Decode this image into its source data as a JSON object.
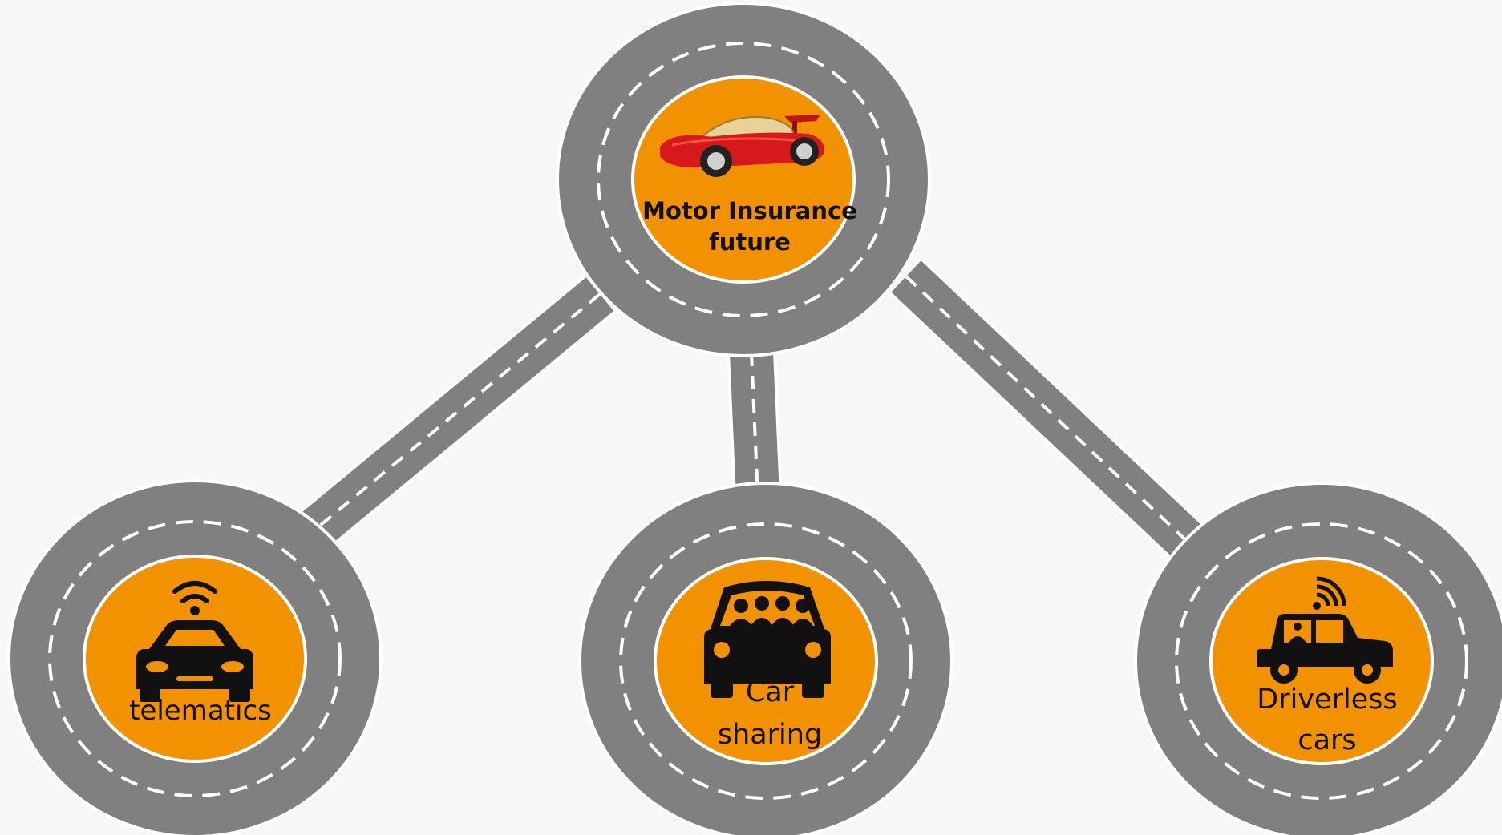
{
  "colors": {
    "road": "#808080",
    "road_edge": "#ffffff",
    "dash": "#ffffff",
    "hub_fill": "#f39200",
    "icon": "#111111",
    "sports_car": "#d7191c",
    "background": "#f7f7f7"
  },
  "hub": {
    "label_lines": [
      "Motor Insurance",
      "future"
    ],
    "icon": "red-sports-car-icon"
  },
  "nodes": [
    {
      "id": "telematics",
      "label_lines": [
        "telematics"
      ],
      "icon": "connected-car-icon"
    },
    {
      "id": "car-sharing",
      "label_lines": [
        "Car",
        "sharing"
      ],
      "icon": "car-sharing-icon"
    },
    {
      "id": "driverless",
      "label_lines": [
        "Driverless",
        "cars"
      ],
      "icon": "driverless-car-icon"
    }
  ]
}
